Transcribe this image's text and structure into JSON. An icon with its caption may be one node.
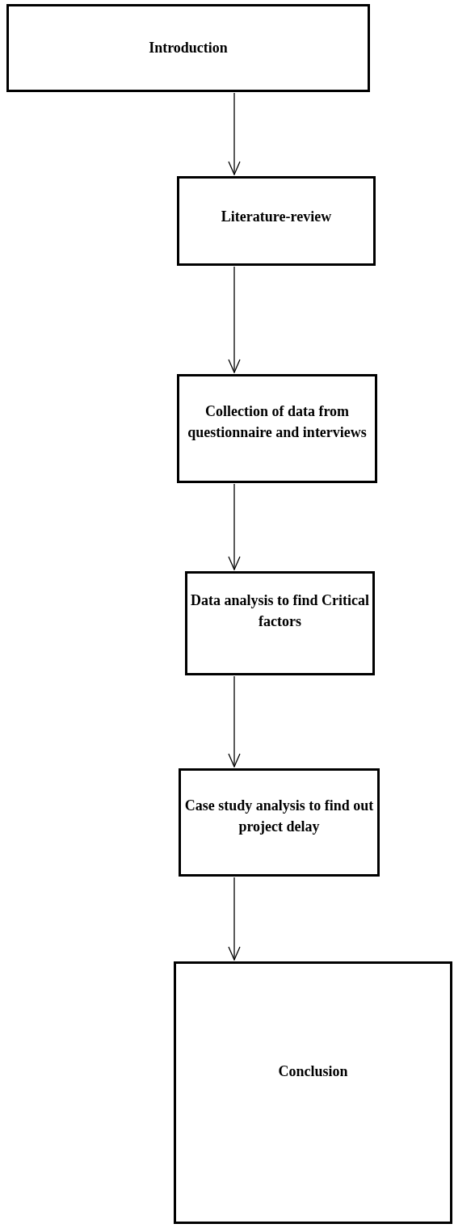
{
  "diagram": {
    "nodes": [
      {
        "text": [
          "Introduction"
        ]
      },
      {
        "text": [
          "Literature-review"
        ]
      },
      {
        "text": [
          "Collection of data from questionnaire and interviews"
        ]
      },
      {
        "text": [
          "Data analysis to find Critical factors"
        ]
      },
      {
        "text": [
          "Case study analysis to find out project delay"
        ]
      },
      {
        "text": [
          "Conclusion"
        ]
      }
    ],
    "edges": [
      {
        "from": 0,
        "to": 1,
        "arrow": "to"
      },
      {
        "from": 1,
        "to": 2,
        "arrow": "to"
      },
      {
        "from": 2,
        "to": 3,
        "arrow": "to"
      },
      {
        "from": 3,
        "to": 4,
        "arrow": "to"
      },
      {
        "from": 4,
        "to": 5,
        "arrow": "to"
      }
    ]
  }
}
